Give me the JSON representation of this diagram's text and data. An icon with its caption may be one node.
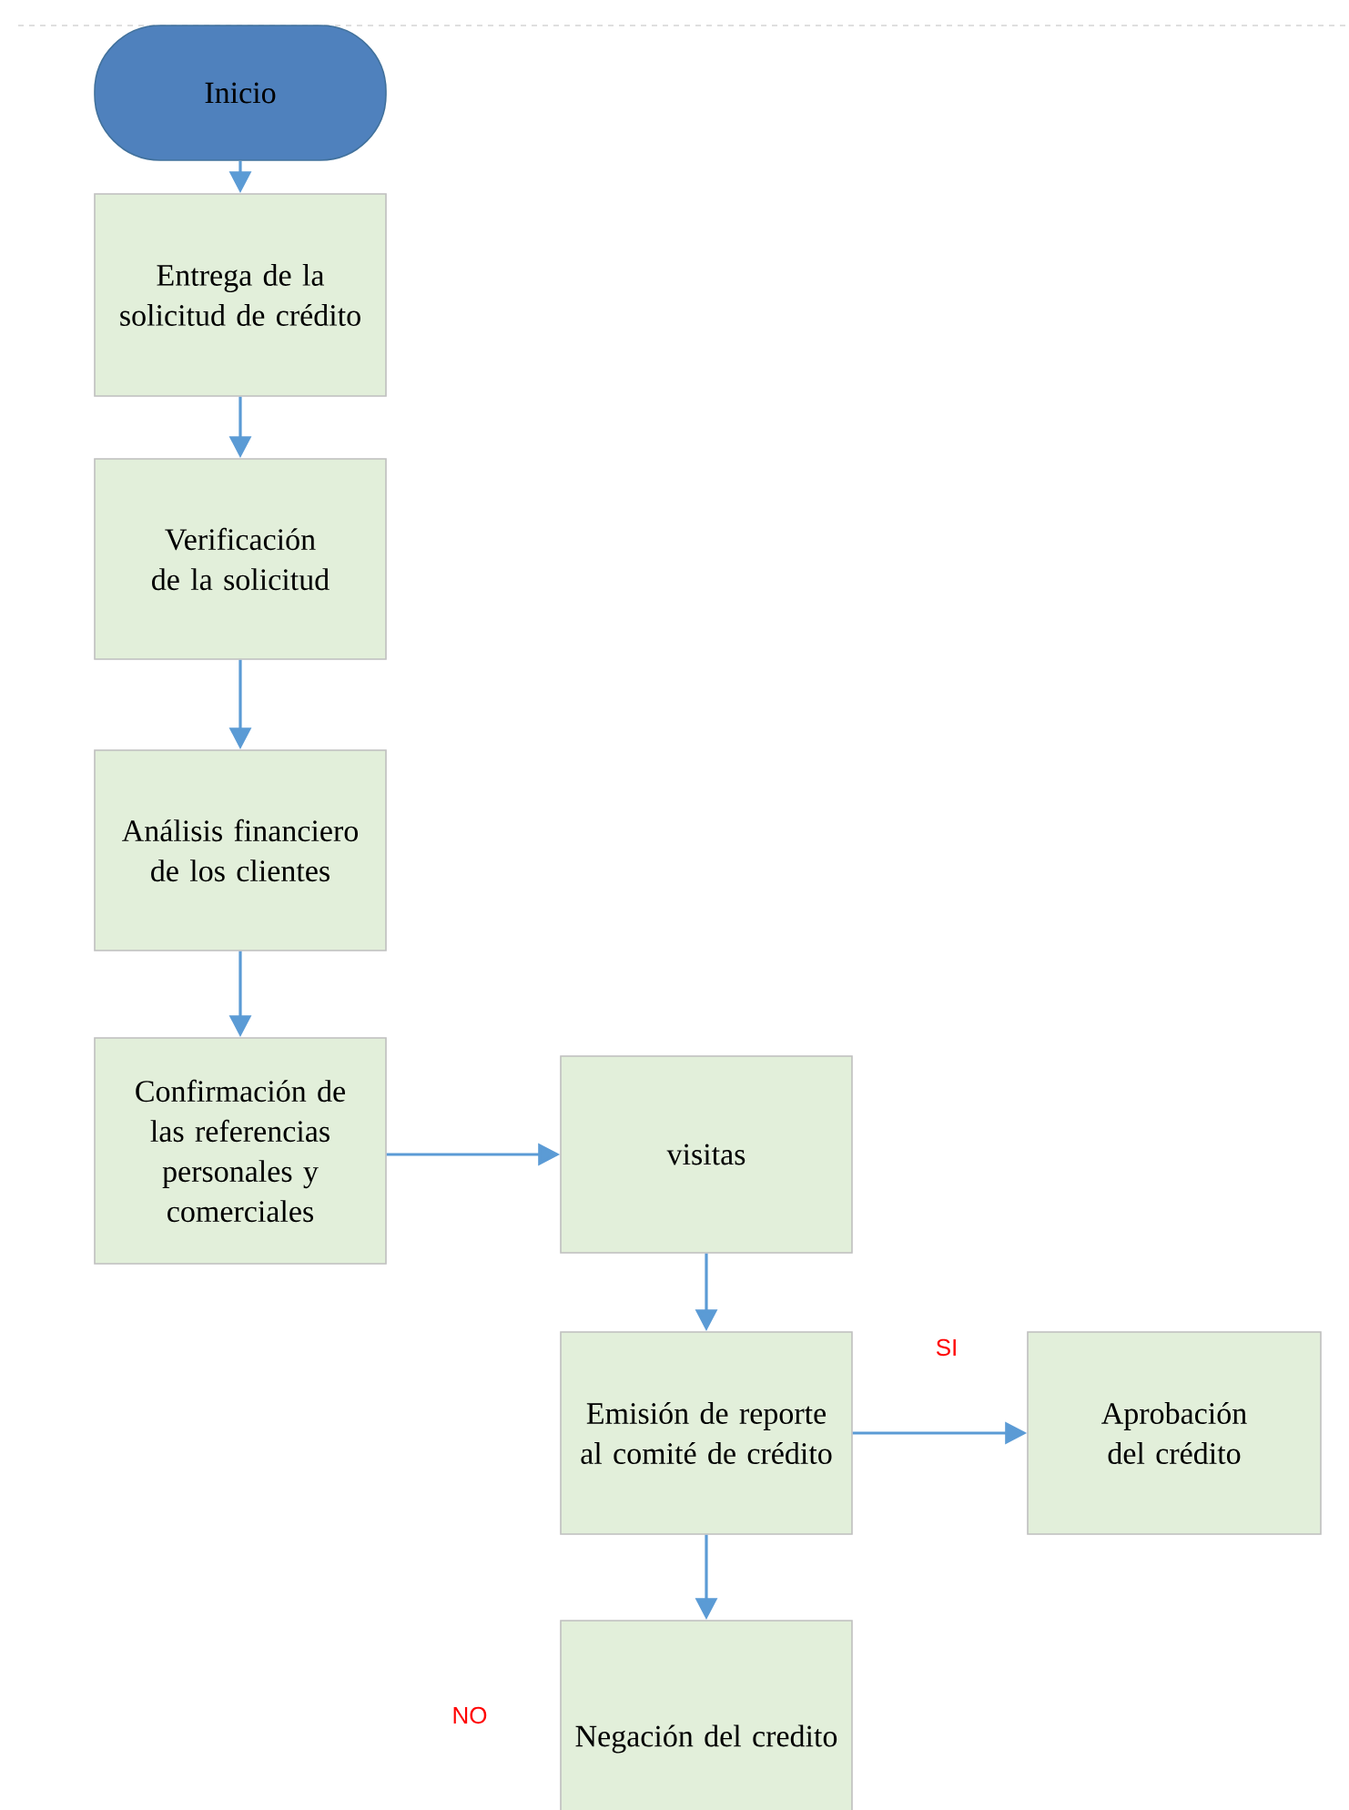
{
  "diagram": {
    "nodes": [
      {
        "text": [
          "Inicio"
        ]
      },
      {
        "text": [
          "Entrega de la solicitud de crédito"
        ]
      },
      {
        "text": [
          "Verificación de la solicitud"
        ]
      },
      {
        "text": [
          "Análisis financiero de los clientes"
        ]
      },
      {
        "text": [
          "Confirmación de las referencias personales y comerciales"
        ]
      },
      {
        "text": [
          "visitas"
        ]
      },
      {
        "text": [
          "Emisión de reporte al comité de crédito"
        ]
      },
      {
        "text": [
          "Aprobación del crédito"
        ]
      },
      {
        "text": [
          "Negación del credito"
        ]
      }
    ],
    "edges": [
      {
        "from": 0,
        "to": 1,
        "arrow": "to"
      },
      {
        "from": 1,
        "to": 2,
        "arrow": "to"
      },
      {
        "from": 2,
        "to": 3,
        "arrow": "to"
      },
      {
        "from": 3,
        "to": 4,
        "arrow": "to"
      },
      {
        "from": 4,
        "to": 5,
        "arrow": "to"
      },
      {
        "from": 5,
        "to": 6,
        "arrow": "to"
      },
      {
        "from": 6,
        "to": 7,
        "arrow": "to"
      },
      {
        "from": 6,
        "to": 8,
        "arrow": "to"
      }
    ],
    "labels": [
      "SI",
      "NO"
    ]
  }
}
